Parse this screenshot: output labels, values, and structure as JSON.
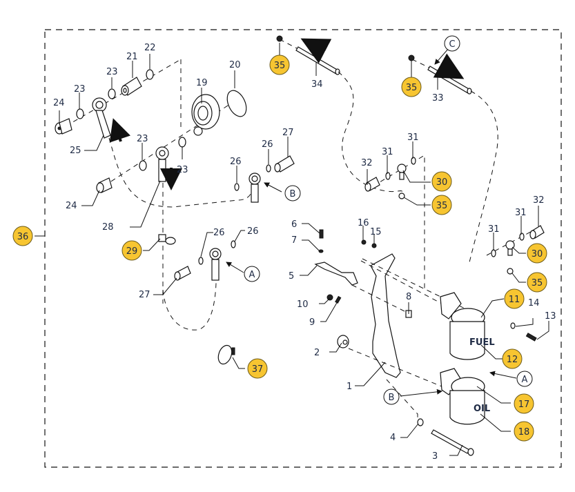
{
  "diagram": {
    "title": "Oil and fuel filter assembly exploded parts view",
    "callout_color": "#F7C531",
    "line_color": "#111111",
    "label_color": "#1E2A44",
    "plain_labels": [
      {
        "id": "l1",
        "text": "1"
      },
      {
        "id": "l2",
        "text": "2"
      },
      {
        "id": "l3",
        "text": "3"
      },
      {
        "id": "l4",
        "text": "4"
      },
      {
        "id": "l5",
        "text": "5"
      },
      {
        "id": "l6",
        "text": "6"
      },
      {
        "id": "l7",
        "text": "7"
      },
      {
        "id": "l8",
        "text": "8"
      },
      {
        "id": "l9",
        "text": "9"
      },
      {
        "id": "l10",
        "text": "10"
      },
      {
        "id": "l13",
        "text": "13"
      },
      {
        "id": "l14",
        "text": "14"
      },
      {
        "id": "l15",
        "text": "15"
      },
      {
        "id": "l16",
        "text": "16"
      },
      {
        "id": "l19",
        "text": "19"
      },
      {
        "id": "l20",
        "text": "20"
      },
      {
        "id": "l21",
        "text": "21"
      },
      {
        "id": "l22",
        "text": "22"
      },
      {
        "id": "l23a",
        "text": "23"
      },
      {
        "id": "l23b",
        "text": "23"
      },
      {
        "id": "l23c",
        "text": "23"
      },
      {
        "id": "l23d",
        "text": "23"
      },
      {
        "id": "l24a",
        "text": "24"
      },
      {
        "id": "l24b",
        "text": "24"
      },
      {
        "id": "l25",
        "text": "25"
      },
      {
        "id": "l26a",
        "text": "26"
      },
      {
        "id": "l26b",
        "text": "26"
      },
      {
        "id": "l26c",
        "text": "26"
      },
      {
        "id": "l26d",
        "text": "26"
      },
      {
        "id": "l27a",
        "text": "27"
      },
      {
        "id": "l27b",
        "text": "27"
      },
      {
        "id": "l28",
        "text": "28"
      },
      {
        "id": "l31a",
        "text": "31"
      },
      {
        "id": "l31b",
        "text": "31"
      },
      {
        "id": "l31c",
        "text": "31"
      },
      {
        "id": "l31d",
        "text": "31"
      },
      {
        "id": "l32a",
        "text": "32"
      },
      {
        "id": "l32b",
        "text": "32"
      },
      {
        "id": "l33",
        "text": "33"
      },
      {
        "id": "l34",
        "text": "34"
      }
    ],
    "callouts": [
      {
        "id": "c11",
        "text": "11"
      },
      {
        "id": "c12",
        "text": "12"
      },
      {
        "id": "c17",
        "text": "17"
      },
      {
        "id": "c18",
        "text": "18"
      },
      {
        "id": "c29",
        "text": "29"
      },
      {
        "id": "c30a",
        "text": "30"
      },
      {
        "id": "c30b",
        "text": "30"
      },
      {
        "id": "c35a",
        "text": "35"
      },
      {
        "id": "c35b",
        "text": "35"
      },
      {
        "id": "c35c",
        "text": "35"
      },
      {
        "id": "c35d",
        "text": "35"
      },
      {
        "id": "c36",
        "text": "36"
      },
      {
        "id": "c37",
        "text": "37"
      }
    ],
    "connection_markers": [
      {
        "id": "mA1",
        "text": "A"
      },
      {
        "id": "mA2",
        "text": "A"
      },
      {
        "id": "mB1",
        "text": "B"
      },
      {
        "id": "mB2",
        "text": "B"
      },
      {
        "id": "mC",
        "text": "C"
      }
    ],
    "filter_texts": {
      "fuel": "FUEL",
      "oil": "OIL"
    }
  }
}
